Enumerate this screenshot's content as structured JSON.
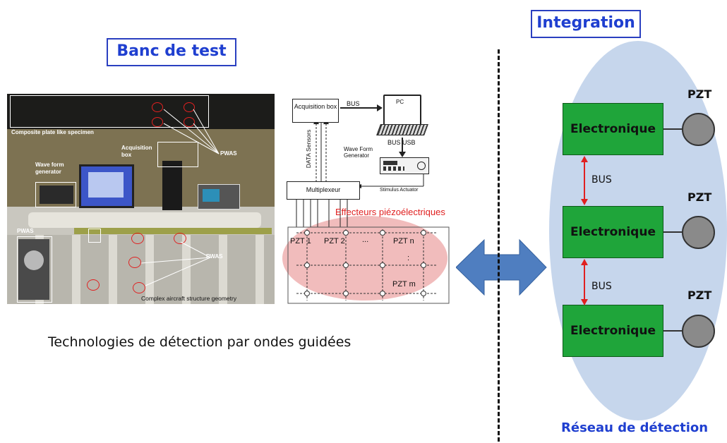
{
  "left_title": "Banc de test",
  "right_title": "Integration",
  "photo": {
    "composite_label": "Composite plate like specimen",
    "wave_form_label": "Wave form generator",
    "acquisition_label": "Acquisition box",
    "pwas_top_label": "PWAS",
    "pwas_left_label": "PWAS",
    "pwas_bottom_label": "PWAS",
    "complex_label": "Complex aircraft structure geometry"
  },
  "diagram": {
    "acquisition_box": "Acquisition box",
    "bus_label": "BUS",
    "pc_label": "PC",
    "bus_usb_label": "BUS USB",
    "wave_form_generator": "Wave Form Generator",
    "data_sensors": "DATA Sensors",
    "multiplexeur": "Multiplexeur",
    "stimulus_actuator": "Stimulus Actuator",
    "effecteurs": "Effecteurs piézoélectriques",
    "pzt1": "PZT 1",
    "pzt2": "PZT 2",
    "pztn": "PZT n",
    "pztm": "PZT m",
    "dots_h": "...",
    "dots_v": ":"
  },
  "caption": "Technologies de détection par ondes guidées",
  "network": {
    "electronique": [
      "Electronique",
      "Electronique",
      "Electronique"
    ],
    "pzt_labels": [
      "PZT",
      "PZT",
      "PZT"
    ],
    "bus_labels": [
      "BUS",
      "BUS"
    ],
    "footer": "Réseau de détection"
  },
  "colors": {
    "title_blue": "#1f3fd0",
    "electronique_green": "#1fa53a",
    "arrow_blue": "#4f7ec0",
    "ellipse_blue": "#c6d6ec",
    "highlight_red": "#e06a6a",
    "bus_arrow_red": "#e02020"
  }
}
